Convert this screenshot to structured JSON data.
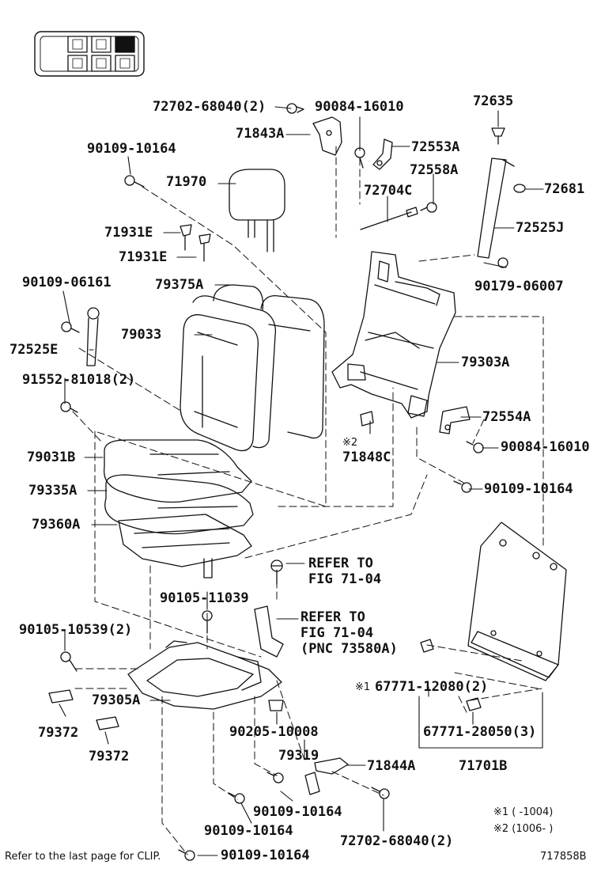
{
  "diagram": {
    "labels": {
      "p72702_68040_top": "72702-68040(2)",
      "p90084_16010_top": "90084-16010",
      "p72635": "72635",
      "p71843a": "71843A",
      "p72553a": "72553A",
      "p90109_10164_a": "90109-10164",
      "p72558a": "72558A",
      "p71970": "71970",
      "p72704c": "72704C",
      "p72681": "72681",
      "p71931e_1": "71931E",
      "p72525j": "72525J",
      "p71931e_2": "71931E",
      "p90109_06161": "90109-06161",
      "p79375a": "79375A",
      "p90179_06007": "90179-06007",
      "p79033": "79033",
      "p72525e": "72525E",
      "p79303a": "79303A",
      "p91552_81018": "91552-81018(2)",
      "p72554a": "72554A",
      "p71848c_note": "※2",
      "p90084_16010_b": "90084-16010",
      "p79031b": "79031B",
      "p71848c": "71848C",
      "p79335a": "79335A",
      "p90109_10164_b": "90109-10164",
      "p79360a": "79360A",
      "refer1_l1": "REFER TO",
      "refer1_l2": "FIG 71-04",
      "p90105_11039": "90105-11039",
      "refer2_l1": "REFER TO",
      "refer2_l2": "FIG 71-04",
      "refer2_l3": "(PNC 73580A)",
      "p90105_10539": "90105-10539(2)",
      "p67771_12080_note": "※1",
      "p67771_12080": "67771-12080(2)",
      "p79305a": "79305A",
      "p90205_10008": "90205-10008",
      "p67771_28050": "67771-28050(3)",
      "p79372_a": "79372",
      "p79372_b": "79372",
      "p79319": "79319",
      "p71701b": "71701B",
      "p71844a": "71844A",
      "p90109_10164_c": "90109-10164",
      "p90109_10164_d": "90109-10164",
      "p72702_68040_bot": "72702-68040(2)",
      "p90109_10164_e": "90109-10164"
    },
    "notes": {
      "note1": "※1 (      -1004)",
      "note2": "※2 (1006-      )",
      "clip_note": "Refer to the last page for CLIP.",
      "diagram_id": "717858B"
    }
  }
}
